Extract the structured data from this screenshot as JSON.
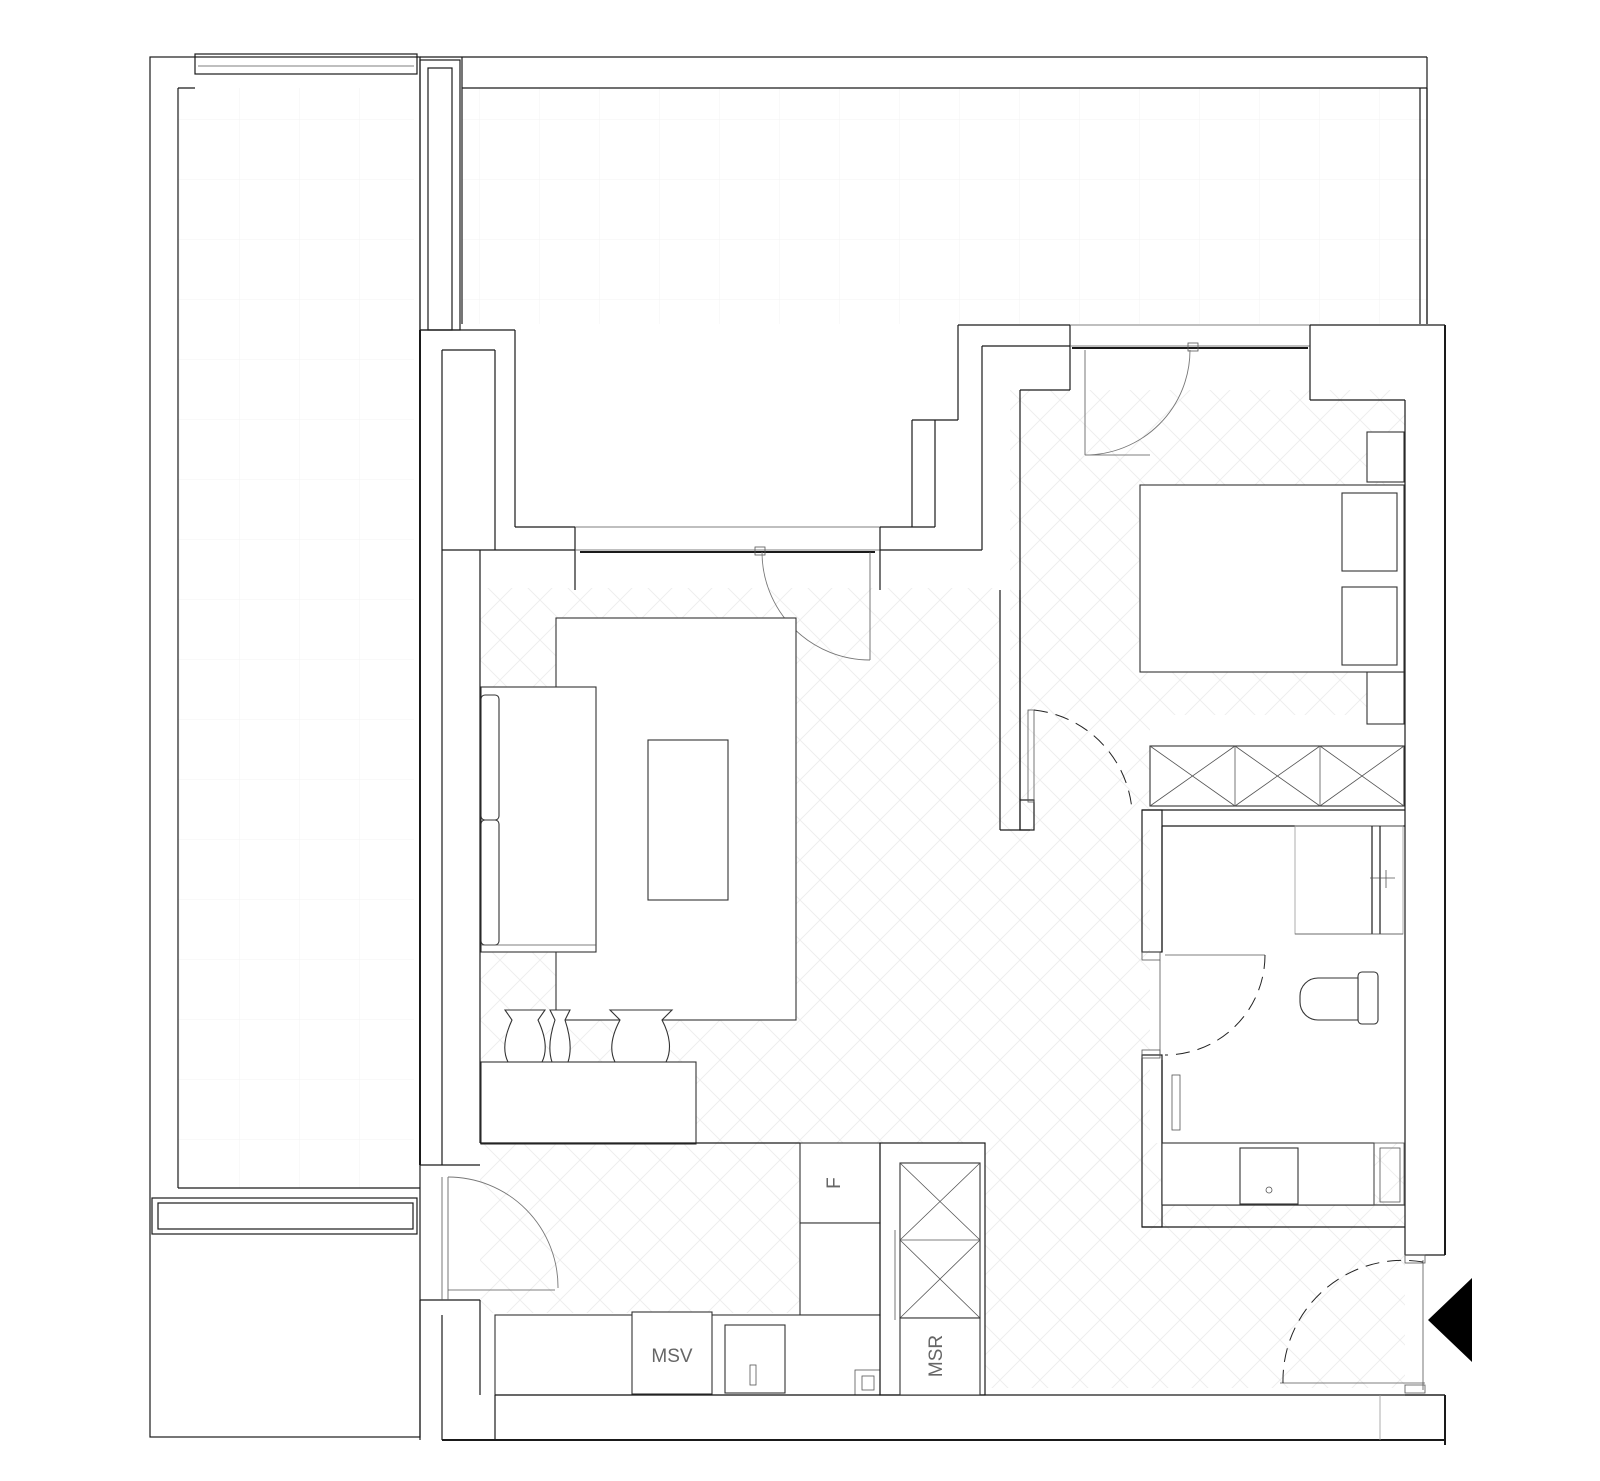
{
  "labels": {
    "fridge": "F",
    "msv": "MSV",
    "msr": "MSR"
  },
  "colors": {
    "line": "#1a1a1a",
    "label": "#666666",
    "entrance_marker": "#000000",
    "floor_pattern": "#eeeeee"
  },
  "icons": {
    "entrance": "entrance-arrow-icon"
  }
}
